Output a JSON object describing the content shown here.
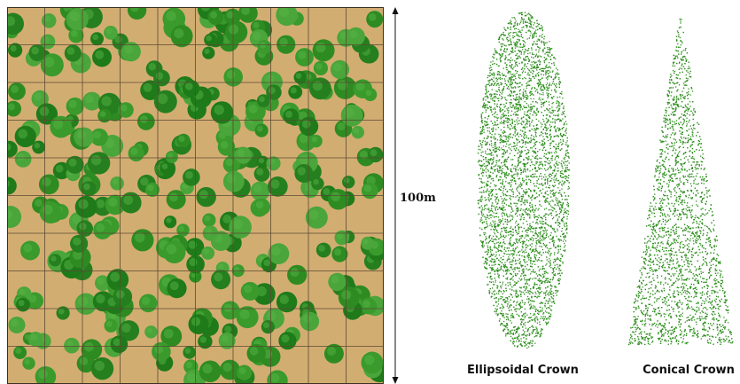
{
  "dimension": {
    "label": "100m"
  },
  "crowns": [
    {
      "caption": "Ellipsoidal Crown",
      "shape": "ellipsoid"
    },
    {
      "caption": "Conical Crown",
      "shape": "cone"
    }
  ],
  "plot": {
    "grid_divisions": 10,
    "ground_color": "#d2ad72",
    "tree_color": "#2e8b22",
    "grid_color": "#5b4a33"
  },
  "crown_point_color": "#2f8f1f"
}
